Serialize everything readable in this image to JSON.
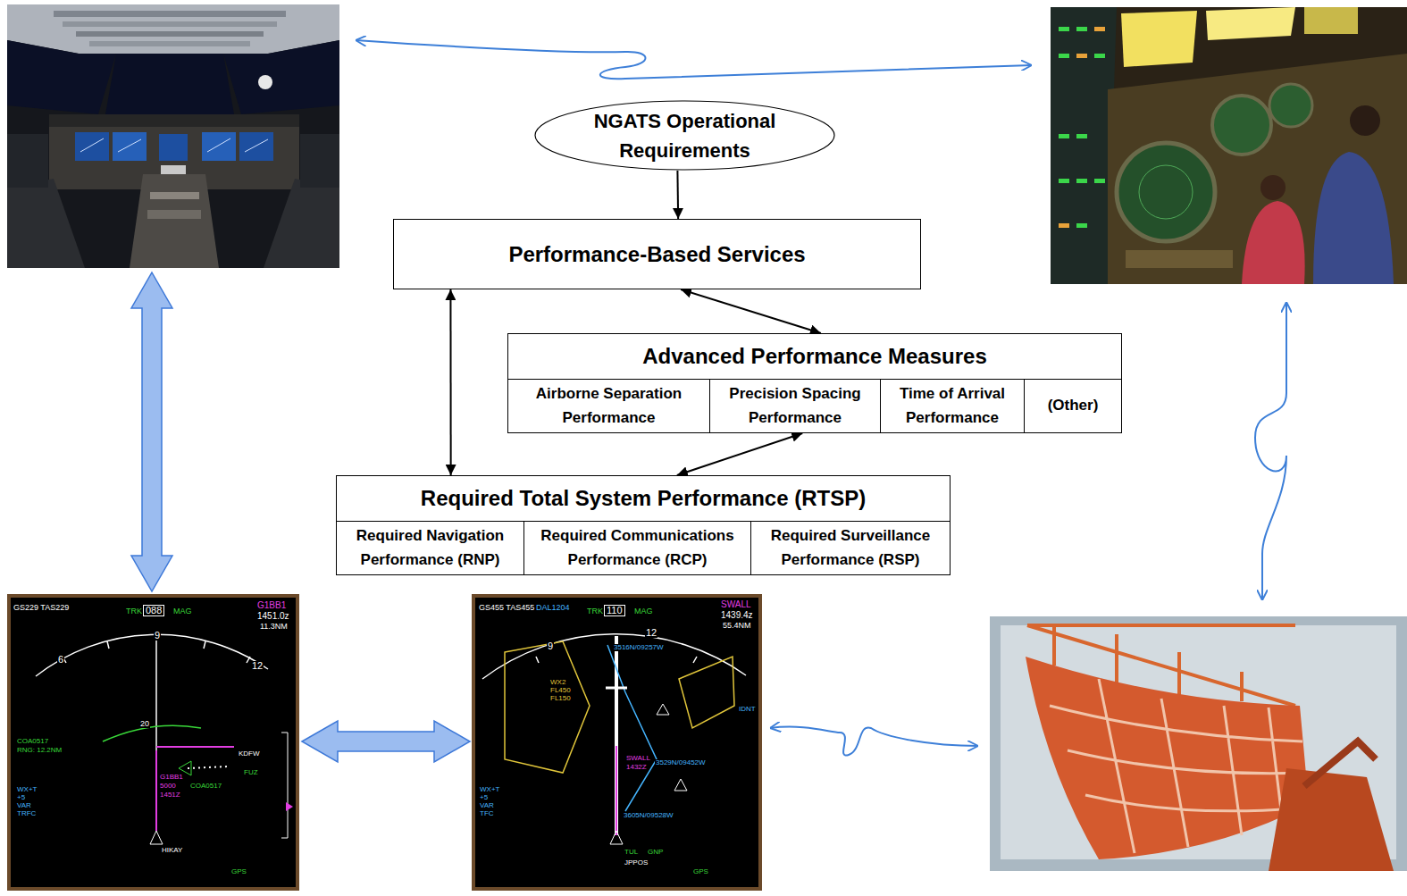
{
  "diagram": {
    "nodes": [
      {
        "text": [
          "NGATS Operational Requirements"
        ]
      },
      {
        "text": [
          "Performance-Based Services"
        ]
      },
      {
        "text": [
          "Advanced Performance Measures"
        ]
      },
      {
        "text": [
          "Airborne Separation Performance"
        ],
        "in": 2
      },
      {
        "text": [
          "Precision Spacing Performance"
        ],
        "in": 2
      },
      {
        "text": [
          "Time of Arrival Performance"
        ],
        "in": 2
      },
      {
        "text": [
          "(Other)"
        ],
        "in": 2
      },
      {
        "text": [
          "Required Total System Performance (RTSP)"
        ]
      },
      {
        "text": [
          "Required Navigation Performance (RNP)"
        ],
        "in": 7
      },
      {
        "text": [
          "Required Communications Performance (RCP)"
        ],
        "in": 7
      },
      {
        "text": [
          "Required Surveillance Performance (RSP)"
        ],
        "in": 7
      }
    ],
    "edges": [
      {
        "from": 0,
        "to": 1,
        "arrow": "to"
      },
      {
        "from": 1,
        "to": 2,
        "arrow": "both"
      },
      {
        "from": 1,
        "to": 7,
        "arrow": "both"
      },
      {
        "from": 2,
        "to": 7,
        "arrow": "both"
      }
    ],
    "labels": [
      "GS229 TAS229",
      "TRK",
      "088",
      "MAG",
      "G1BB1",
      "1451.0z",
      "11.3NM",
      "9",
      "6",
      "12",
      "20",
      "COA0517",
      "RNG: 12.2NM",
      "KDFW",
      "FUZ",
      "G1BB1",
      "5000",
      "1451Z",
      "COA0517",
      "WX+T",
      "+5",
      "VAR",
      "TRFC",
      "HIKAY",
      "GPS",
      "GS455 TAS455",
      "DAL1204",
      "TRK",
      "110",
      "MAG",
      "SWALL",
      "1439.4z",
      "55.4NM",
      "9",
      "12",
      "3516N/09257W",
      "WX2",
      "FL450",
      "FL150",
      "IDNT",
      "SWALL",
      "1432Z",
      "3529N/09452W",
      "3605N/09528W",
      "TUL",
      "GNP",
      "JPPOS",
      "WX+T",
      "+5",
      "VAR",
      "TFC",
      "GPS"
    ]
  }
}
